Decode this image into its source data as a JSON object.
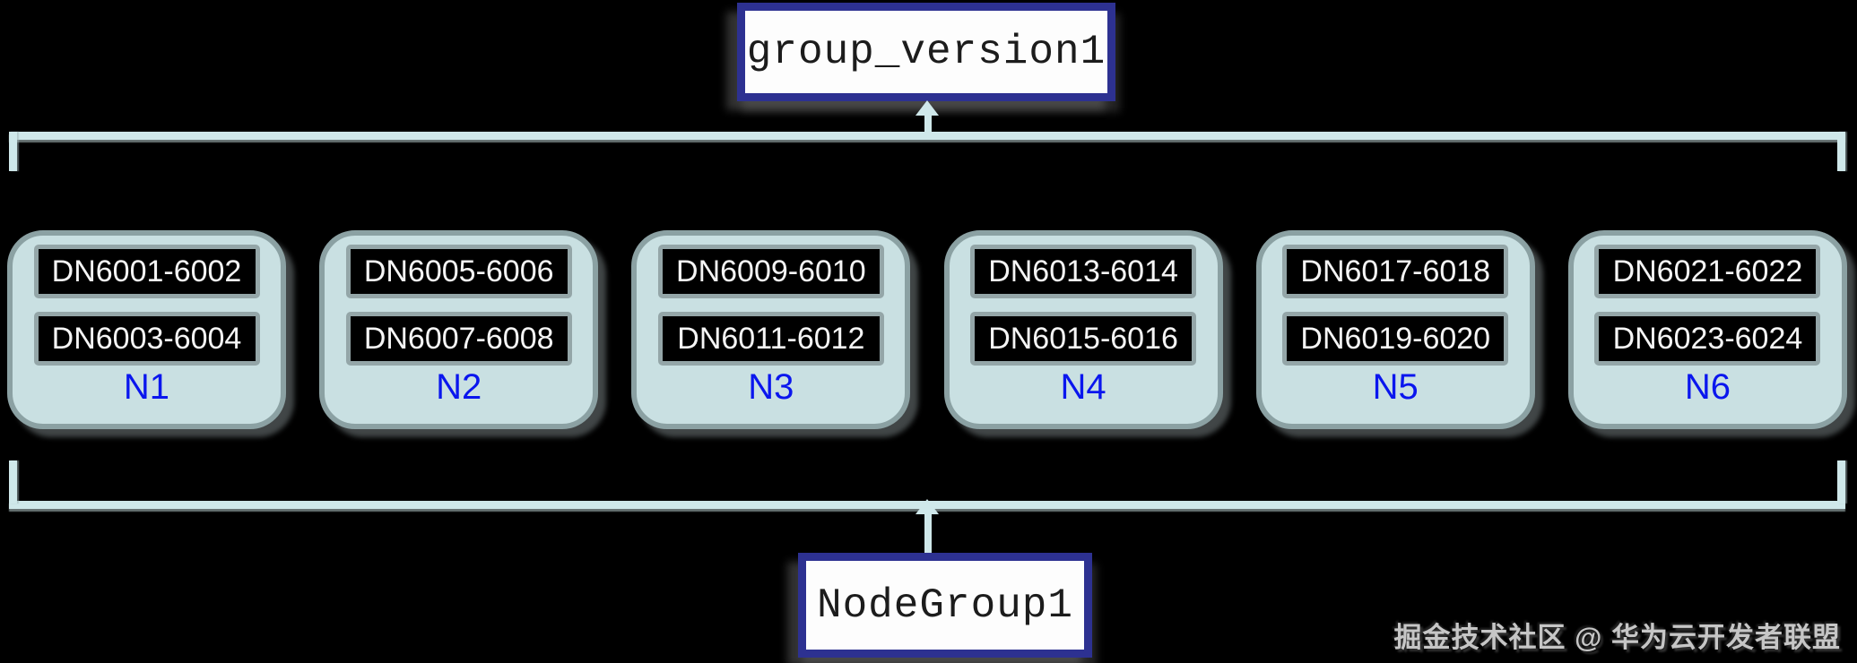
{
  "top_box": {
    "label": "group_version1"
  },
  "bottom_box": {
    "label": "NodeGroup1"
  },
  "nodes": [
    {
      "name": "N1",
      "dns": [
        "DN6001-6002",
        "DN6003-6004"
      ]
    },
    {
      "name": "N2",
      "dns": [
        "DN6005-6006",
        "DN6007-6008"
      ]
    },
    {
      "name": "N3",
      "dns": [
        "DN6009-6010",
        "DN6011-6012"
      ]
    },
    {
      "name": "N4",
      "dns": [
        "DN6013-6014",
        "DN6015-6016"
      ]
    },
    {
      "name": "N5",
      "dns": [
        "DN6017-6018",
        "DN6019-6020"
      ]
    },
    {
      "name": "N6",
      "dns": [
        "DN6021-6022",
        "DN6023-6024"
      ]
    }
  ],
  "watermark_text": "掘金技术社区 @ 华为云开发者联盟",
  "colors": {
    "navy": "#2d3191",
    "boxfill": "#fdfdfd",
    "titletext": "#1c1c1c",
    "nodefill": "#c9e0e2",
    "nodeborder": "#8ba1a3",
    "dnfill": "#000000",
    "dnborder": "#94a6a8",
    "dntext": "#f5f5f5",
    "nodelabel": "#0a16ee",
    "connector": "#cfe8ea",
    "connshadow": "#9fb2b4",
    "watermarkcolor": "#c6c6c6",
    "background": "#000000"
  }
}
